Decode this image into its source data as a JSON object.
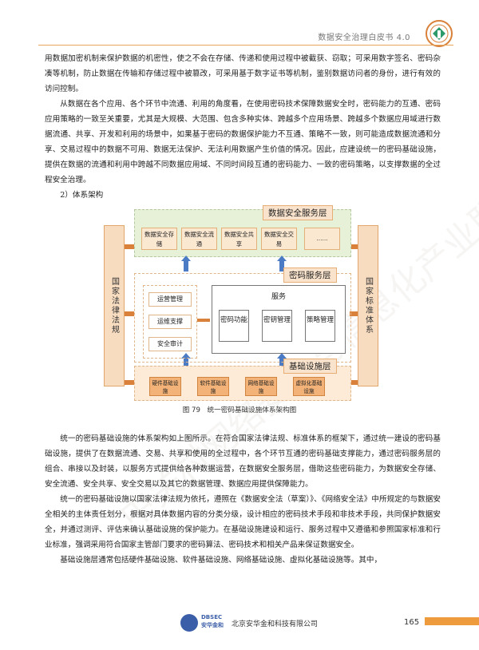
{
  "header": {
    "title": "数据安全治理白皮书 4.0"
  },
  "paragraphs_top": [
    "用数据加密机制来保护数据的机密性，使之不会在存储、传递和使用过程中被截获、窃取；可采用数字签名、密码杂凑等机制，防止数据在传输和存储过程中被篡改，可采用基于数字证书等机制，鉴别数据访问者的身份，进行有效的访问控制。",
    "从数据在各个应用、各个环节中流通、利用的角度看，在使用密码技术保障数据安全时，密码能力的互通、密码应用策略的一致至关重要，尤其是大规模、大范围、包含多种实体、跨越多个应用场景、跨越多个数据应用域进行数据流通、共享、开发和利用的场景中，如果基于密码的数据保护能力不互通、策略不一致，则可能造成数据流通和分享、交易过程中的数据不可用、数据无法保护、无法利用数据产生价值的情况。因此，应建设统一的密码基础设施，提供在数据的流通和利用中跨越不同数据应用域、不同时间段互通的密码能力、一致的密码策略，以支撑数据的全过程安全治理。",
    "2）体系架构"
  ],
  "diagram": {
    "left_label": "国家法律法规",
    "right_label": "国家标准体系",
    "service_layer": {
      "title": "数据安全服务层",
      "cells": [
        "数据安全存储",
        "数据安全流通",
        "数据安全共享",
        "数据安全交易"
      ],
      "more": "......"
    },
    "crypto_layer": {
      "title": "密码服务层",
      "management": [
        "运营管理",
        "运维支撑",
        "安全审计"
      ],
      "service_label": "服务",
      "functions": [
        "密码功能",
        "密钥管理",
        "策略管理"
      ]
    },
    "infra_layer": {
      "title": "基础设施层",
      "cells": [
        "硬件基础设施",
        "软件基础设施",
        "网络基础设施",
        "虚拟化基础设施"
      ]
    }
  },
  "caption": "图 79　统一密码基础设施体系架构图",
  "paragraphs_bottom": [
    "统一的密码基础设施的体系架构如上图所示。在符合国家法律法规、标准体系的框架下，通过统一建设的密码基础设施，提供了在数据流通、交易、共享和使用的全过程中，各个环节互通的密码基础支撑能力，通过密码服务层的组合、串接以及封装，以服务方式提供给各种数据运营，在数据安全服务层，借助这些密码能力，为数据安全存储、安全流通、安全共享、安全交易以及其它的数据管理、数据应用提供保障能力。",
    "统一的密码基础设施以国家法律法规为依托，遵照在《数据安全法（草案）》、《网络安全法》中所规定的与数据安全相关的主体责任划分，根据对具体数据内容的分类分级，设计相应的密码技术手段和非技术手段，共同保护数据安全，并通过测评、评估来确认基础设施的保护能力。在基础设施建设和运行、服务过程中又遵循和参照国家标准和行业标准，强调采用符合国家主管部门要求的密码算法、密码技术和相关产品来保证数据安全。",
    "基础设施层通常包括硬件基础设施、软件基础设施、网络基础设施、虚拟化基础设施等。其中，"
  ],
  "footer": {
    "logo_text": "DBSEC",
    "logo_sub": "安华金和",
    "company": "北京安华金和科技有限公司",
    "page": "165"
  },
  "watermark": "中关村网络安全与信息化产业联盟数据安全治理专业委员会"
}
